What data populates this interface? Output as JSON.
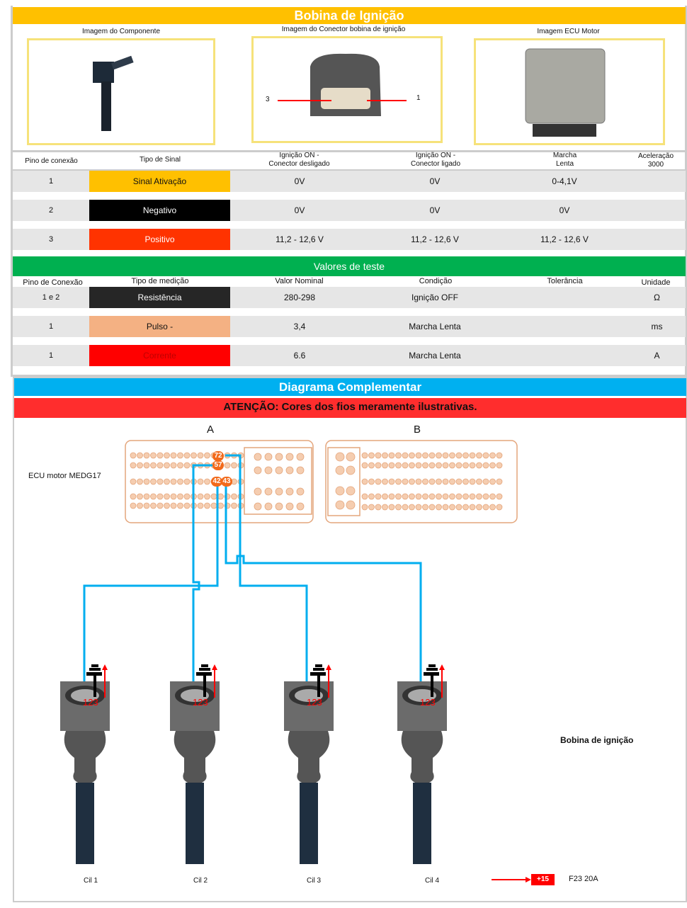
{
  "title": "Bobina de Ignição",
  "images": {
    "component": "Imagem do Componente",
    "connector": "Imagem do Conector bobina de ignição",
    "ecu": "Imagem ECU Motor",
    "pin_left": "3",
    "pin_right": "1"
  },
  "signal_table": {
    "headers": [
      "Pino de conexão",
      "Tipo de Sinal",
      "Ignição ON -\nConector desligado",
      "Ignição ON -\nConector ligado",
      "Marcha\nLenta",
      "Aceleração\n3000"
    ],
    "rows": [
      {
        "pin": "1",
        "type": "Sinal Ativação",
        "color": "#ffc000",
        "text_color": "#111",
        "v1": "0V",
        "v2": "0V",
        "v3": "0-4,1V",
        "v4": ""
      },
      {
        "pin": "2",
        "type": "Negativo",
        "color": "#000000",
        "text_color": "#fff",
        "v1": "0V",
        "v2": "0V",
        "v3": "0V",
        "v4": ""
      },
      {
        "pin": "3",
        "type": "Positivo",
        "color": "#ff3300",
        "text_color": "#fff",
        "v1": "11,2 - 12,6 V",
        "v2": "11,2 - 12,6 V",
        "v3": "11,2 - 12,6 V",
        "v4": ""
      }
    ]
  },
  "test_section": {
    "title": "Valores de teste",
    "headers": [
      "Pino de Conexão",
      "Tipo de medição",
      "Valor Nominal",
      "Condição",
      "Tolerância",
      "Unidade"
    ],
    "rows": [
      {
        "pin": "1 e 2",
        "type": "Resistência",
        "color": "#262626",
        "text_color": "#fff",
        "nominal": "280-298",
        "condition": "Ignição OFF",
        "tolerance": "",
        "unit": "Ω"
      },
      {
        "pin": "1",
        "type": "Pulso -",
        "color": "#f4b183",
        "text_color": "#111",
        "nominal": "3,4",
        "condition": "Marcha Lenta",
        "tolerance": "",
        "unit": "ms"
      },
      {
        "pin": "1",
        "type": "Corrente",
        "color": "#ff0000",
        "text_color": "#c00000",
        "nominal": "6.6",
        "condition": "Marcha Lenta",
        "tolerance": "",
        "unit": "A"
      }
    ]
  },
  "diagram": {
    "title": "Diagrama Complementar",
    "warning": "ATENÇÃO: Cores dos fios meramente ilustrativas.",
    "connector_a": "A",
    "connector_b": "B",
    "ecu_label": "ECU motor MEDG17",
    "highlighted_pins": [
      "72",
      "57",
      "42",
      "43"
    ],
    "coil_label": "Bobina de ignição",
    "coils": [
      "Cil 1",
      "Cil 2",
      "Cil 3",
      "Cil 4"
    ],
    "coil_pins": [
      "1",
      "2",
      "3"
    ],
    "fuse_tag": "+15",
    "fuse": "F23 20A"
  },
  "colors": {
    "title_bar": "#ffc000",
    "test_bar": "#00b050",
    "diagram_bar": "#00b0f0",
    "warning_bar": "#ff2d2d",
    "wire": "#00aeef"
  }
}
